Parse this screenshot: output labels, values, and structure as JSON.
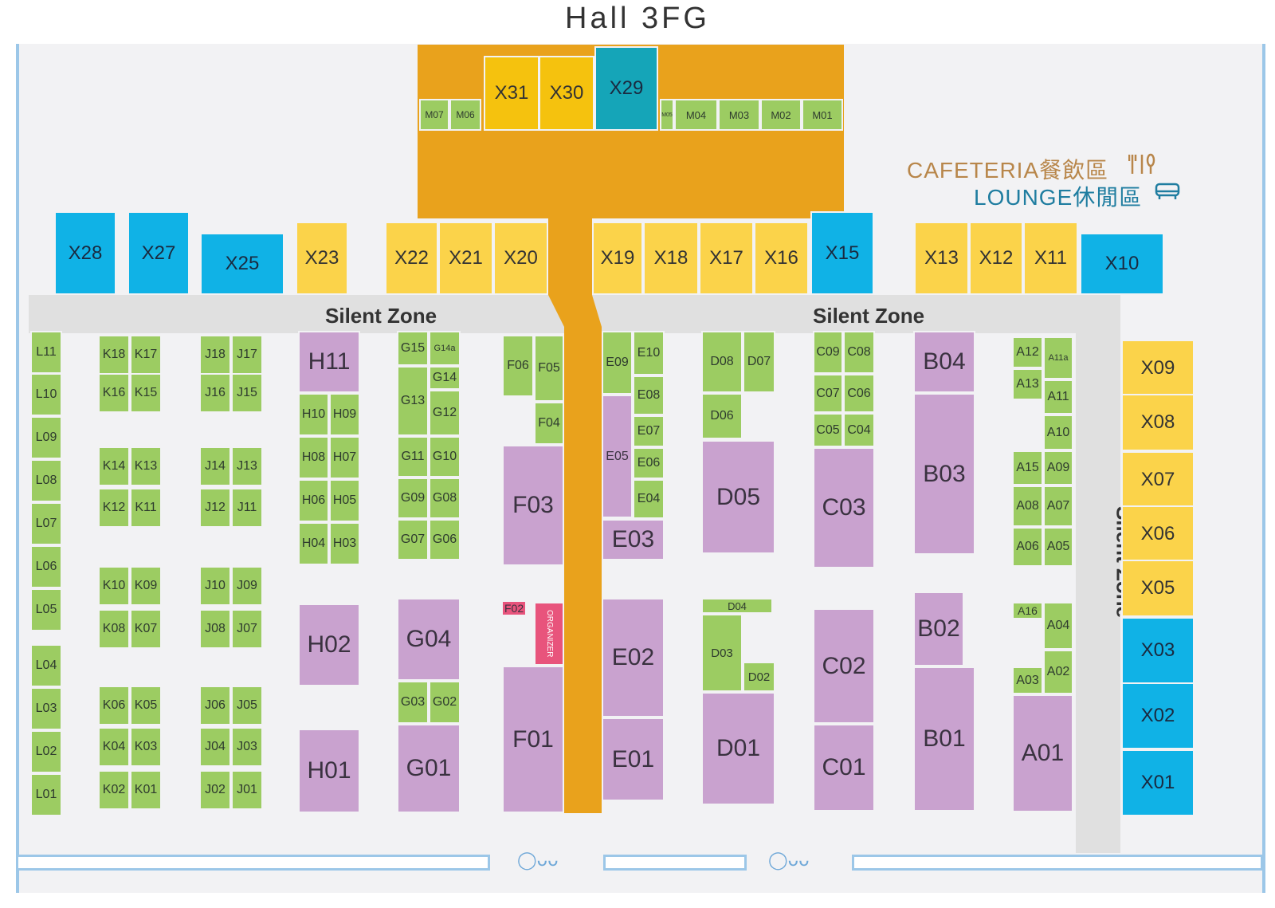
{
  "hall_title": "Hall 3FG",
  "zones": {
    "top_left": "Silent Zone",
    "top_right": "Silent Zone",
    "right": "Silent Zone"
  },
  "amenities": {
    "cafeteria": "CAFETERIA餐飲區",
    "lounge": "LOUNGE休閒區",
    "cafeteria_icon": "cutlery-icon",
    "lounge_icon": "sofa-icon",
    "exit_icon": "exit-door-icon"
  },
  "booths": {
    "top": [
      {
        "id": "X31",
        "c": "gold"
      },
      {
        "id": "X30",
        "c": "gold"
      },
      {
        "id": "X29",
        "c": "teal"
      },
      {
        "id": "M07",
        "c": "green"
      },
      {
        "id": "M06",
        "c": "green"
      },
      {
        "id": "M05",
        "c": "green"
      },
      {
        "id": "M04",
        "c": "green"
      },
      {
        "id": "M03",
        "c": "green"
      },
      {
        "id": "M02",
        "c": "green"
      },
      {
        "id": "M01",
        "c": "green"
      }
    ],
    "x_row": [
      {
        "id": "X28",
        "c": "blue"
      },
      {
        "id": "X27",
        "c": "blue"
      },
      {
        "id": "X25",
        "c": "blue"
      },
      {
        "id": "X23",
        "c": "yellow"
      },
      {
        "id": "X22",
        "c": "yellow"
      },
      {
        "id": "X21",
        "c": "yellow"
      },
      {
        "id": "X20",
        "c": "yellow"
      },
      {
        "id": "X19",
        "c": "yellow"
      },
      {
        "id": "X18",
        "c": "yellow"
      },
      {
        "id": "X17",
        "c": "yellow"
      },
      {
        "id": "X16",
        "c": "yellow"
      },
      {
        "id": "X15",
        "c": "blue"
      },
      {
        "id": "X13",
        "c": "yellow"
      },
      {
        "id": "X12",
        "c": "yellow"
      },
      {
        "id": "X11",
        "c": "yellow"
      },
      {
        "id": "X10",
        "c": "blue"
      }
    ],
    "x_col": [
      {
        "id": "X09",
        "c": "yellow"
      },
      {
        "id": "X08",
        "c": "yellow"
      },
      {
        "id": "X07",
        "c": "yellow"
      },
      {
        "id": "X06",
        "c": "yellow"
      },
      {
        "id": "X05",
        "c": "yellow"
      },
      {
        "id": "X03",
        "c": "blue"
      },
      {
        "id": "X02",
        "c": "blue"
      },
      {
        "id": "X01",
        "c": "blue"
      }
    ],
    "L": [
      "L11",
      "L10",
      "L09",
      "L08",
      "L07",
      "L06",
      "L05",
      "L04",
      "L03",
      "L02",
      "L01"
    ],
    "K": [
      "K18",
      "K17",
      "K16",
      "K15",
      "K14",
      "K13",
      "K12",
      "K11",
      "K10",
      "K09",
      "K08",
      "K07",
      "K06",
      "K05",
      "K04",
      "K03",
      "K02",
      "K01"
    ],
    "J": [
      "J18",
      "J17",
      "J16",
      "J15",
      "J14",
      "J13",
      "J12",
      "J11",
      "J10",
      "J09",
      "J08",
      "J07",
      "J06",
      "J05",
      "J04",
      "J03",
      "J02",
      "J01"
    ],
    "H": [
      "H11",
      "H10",
      "H09",
      "H08",
      "H07",
      "H06",
      "H05",
      "H04",
      "H03",
      "H02",
      "H01"
    ],
    "G": [
      "G15",
      "G14a",
      "G14",
      "G13",
      "G12",
      "G11",
      "G10",
      "G09",
      "G08",
      "G07",
      "G06",
      "G04",
      "G03",
      "G02",
      "G01"
    ],
    "F": [
      "F06",
      "F05",
      "F04",
      "F03",
      "F02",
      "F01"
    ],
    "F02_org": "ORGANIZER",
    "E": [
      "E10",
      "E09",
      "E08",
      "E07",
      "E06",
      "E05",
      "E04",
      "E03",
      "E02",
      "E01"
    ],
    "D": [
      "D08",
      "D07",
      "D06",
      "D05",
      "D04",
      "D03",
      "D02",
      "D01"
    ],
    "C": [
      "C09",
      "C08",
      "C07",
      "C06",
      "C05",
      "C04",
      "C03",
      "C02",
      "C01"
    ],
    "B": [
      "B04",
      "B03",
      "B02",
      "B01"
    ],
    "A": [
      "A12",
      "A11a",
      "A13",
      "A11",
      "A10",
      "A15",
      "A09",
      "A08",
      "A07",
      "A06",
      "A05",
      "A16",
      "A04",
      "A02",
      "A03",
      "A01"
    ]
  }
}
